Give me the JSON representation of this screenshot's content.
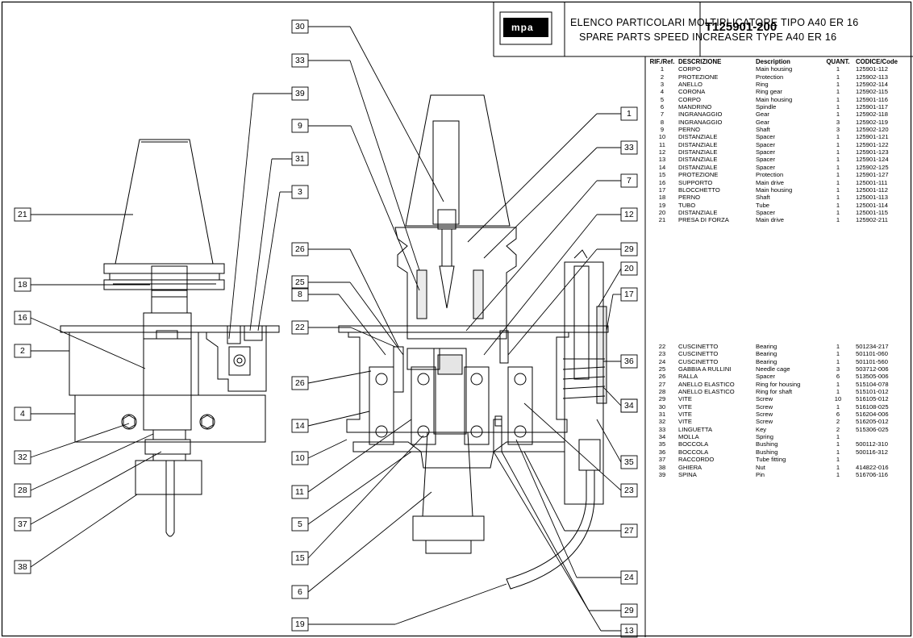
{
  "header": {
    "logo_text": "mpa",
    "title_it": "ELENCO PARTICOLARI MOLTIPLICATORE TIPO A40 ER 16",
    "title_en": "SPARE PARTS SPEED INCREASER TYPE A40 ER 16",
    "doc_code": "T125901-200"
  },
  "table": {
    "headers": [
      "RIF./Ref.",
      "DESCRIZIONE",
      "Description",
      "QUANT.",
      "CODICE/Code"
    ],
    "rows_top": [
      [
        "1",
        "CORPO",
        "Main housing",
        "1",
        "125901-112"
      ],
      [
        "2",
        "PROTEZIONE",
        "Protection",
        "1",
        "125902-113"
      ],
      [
        "3",
        "ANELLO",
        "Ring",
        "1",
        "125902-114"
      ],
      [
        "4",
        "CORONA",
        "Ring gear",
        "1",
        "125902-115"
      ],
      [
        "5",
        "CORPO",
        "Main housing",
        "1",
        "125901-116"
      ],
      [
        "6",
        "MANDRINO",
        "Spindle",
        "1",
        "125901-117"
      ],
      [
        "7",
        "INGRANAGGIO",
        "Gear",
        "1",
        "125902-118"
      ],
      [
        "8",
        "INGRANAGGIO",
        "Gear",
        "3",
        "125902-119"
      ],
      [
        "9",
        "PERNO",
        "Shaft",
        "3",
        "125902-120"
      ],
      [
        "10",
        "DISTANZIALE",
        "Spacer",
        "1",
        "125901-121"
      ],
      [
        "11",
        "DISTANZIALE",
        "Spacer",
        "1",
        "125901-122"
      ],
      [
        "12",
        "DISTANZIALE",
        "Spacer",
        "1",
        "125901-123"
      ],
      [
        "13",
        "DISTANZIALE",
        "Spacer",
        "1",
        "125901-124"
      ],
      [
        "14",
        "DISTANZIALE",
        "Spacer",
        "1",
        "125902-125"
      ],
      [
        "15",
        "PROTEZIONE",
        "Protection",
        "1",
        "125901-127"
      ],
      [
        "16",
        "SUPPORTO",
        "Main drive",
        "1",
        "125001-111"
      ],
      [
        "17",
        "BLOCCHETTO",
        "Main housing",
        "1",
        "125001-112"
      ],
      [
        "18",
        "PERNO",
        "Shaft",
        "1",
        "125001-113"
      ],
      [
        "19",
        "TUBO",
        "Tube",
        "1",
        "125001-114"
      ],
      [
        "20",
        "DISTANZIALE",
        "Spacer",
        "1",
        "125001-115"
      ],
      [
        "21",
        "PRESA DI FORZA",
        "Main drive",
        "1",
        "125902-211"
      ]
    ],
    "rows_bottom": [
      [
        "22",
        "CUSCINETTO",
        "Bearing",
        "1",
        "501234-217"
      ],
      [
        "23",
        "CUSCINETTO",
        "Bearing",
        "1",
        "501101-060"
      ],
      [
        "24",
        "CUSCINETTO",
        "Bearing",
        "1",
        "501101-560"
      ],
      [
        "25",
        "GABBIA A RULLINI",
        "Needle cage",
        "3",
        "503712-006"
      ],
      [
        "26",
        "RALLA",
        "Spacer",
        "6",
        "513505-006"
      ],
      [
        "27",
        "ANELLO ELASTICO",
        "Ring for housing",
        "1",
        "515104-078"
      ],
      [
        "28",
        "ANELLO ELASTICO",
        "Ring for shaft",
        "1",
        "515101-012"
      ],
      [
        "29",
        "VITE",
        "Screw",
        "10",
        "516105-012"
      ],
      [
        "30",
        "VITE",
        "Screw",
        "1",
        "516108-025"
      ],
      [
        "31",
        "VITE",
        "Screw",
        "6",
        "516204-006"
      ],
      [
        "32",
        "VITE",
        "Screw",
        "2",
        "516205-012"
      ],
      [
        "33",
        "LINGUETTA",
        "Key",
        "2",
        "515306-025"
      ],
      [
        "34",
        "MOLLA",
        "Spring",
        "1",
        ""
      ],
      [
        "35",
        "BOCCOLA",
        "Bushing",
        "1",
        "500112-310"
      ],
      [
        "36",
        "BOCCOLA",
        "Bushing",
        "1",
        "500116-312"
      ],
      [
        "37",
        "RACCORDO",
        "Tube fitting",
        "1",
        ""
      ],
      [
        "38",
        "GHIERA",
        "Nut",
        "1",
        "414822-016"
      ],
      [
        "39",
        "SPINA",
        "Pin",
        "1",
        "516706-116"
      ]
    ]
  },
  "callouts": [
    "30",
    "33",
    "39",
    "9",
    "31",
    "3",
    "21",
    "1",
    "33",
    "7",
    "12",
    "26",
    "29",
    "25",
    "20",
    "17",
    "18",
    "8",
    "16",
    "22",
    "2",
    "36",
    "26",
    "34",
    "4",
    "14",
    "32",
    "10",
    "35",
    "28",
    "11",
    "23",
    "37",
    "5",
    "27",
    "38",
    "15",
    "24",
    "6",
    "29",
    "19",
    "13"
  ]
}
